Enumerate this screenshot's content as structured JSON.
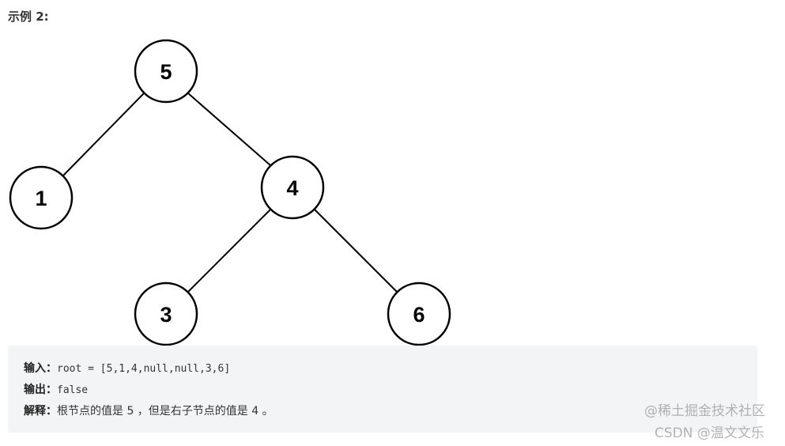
{
  "heading": "示例 2:",
  "tree": {
    "nodes": [
      {
        "id": "n5",
        "label": "5"
      },
      {
        "id": "n1",
        "label": "1"
      },
      {
        "id": "n4",
        "label": "4"
      },
      {
        "id": "n3",
        "label": "3"
      },
      {
        "id": "n6",
        "label": "6"
      }
    ],
    "edges": [
      [
        "n5",
        "n1"
      ],
      [
        "n5",
        "n4"
      ],
      [
        "n4",
        "n3"
      ],
      [
        "n4",
        "n6"
      ]
    ]
  },
  "example": {
    "input_label": "输入：",
    "input_value": "root = [5,1,4,null,null,3,6]",
    "output_label": "输出：",
    "output_value": "false",
    "explain_label": "解释：",
    "explain_value": "根节点的值是 5 ，但是右子节点的值是 4 。"
  },
  "watermarks": [
    "@稀土掘金技术社区",
    "CSDN @温文文乐"
  ]
}
